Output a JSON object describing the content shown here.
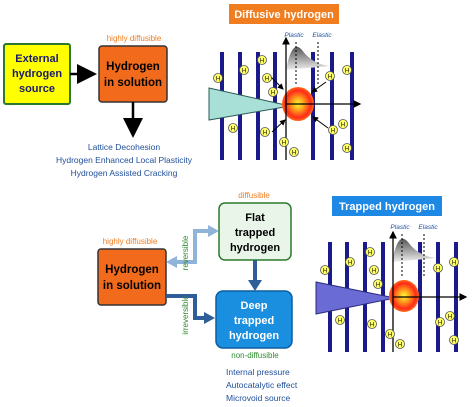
{
  "top": {
    "external_label": [
      "External",
      "hydrogen",
      "source"
    ],
    "diffusivity_label": "highly diffusible",
    "solution_label": [
      "Hydrogen",
      "in solution"
    ],
    "mechanisms": [
      "Lattice Decohesion",
      "Hydrogen Enhanced Local Plasticity",
      "Hydrogen Assisted Cracking"
    ],
    "banner": "Diffusive hydrogen",
    "plastic_label": "Plastic",
    "elastic_label": "Elastic",
    "h_symbol": "H"
  },
  "bottom": {
    "diffusivity_label": "highly diffusible",
    "solution_label": [
      "Hydrogen",
      "in solution"
    ],
    "reversible_label": "reversible",
    "irreversible_label": "irreversible",
    "diffusible_label": "diffusible",
    "flat_label": [
      "Flat",
      "trapped",
      "hydrogen"
    ],
    "deep_label": [
      "Deep",
      "trapped",
      "hydrogen"
    ],
    "non_diffusible_label": "non-diffusible",
    "effects": [
      "Internal pressure",
      "Autocatalytic effect",
      "Microvoid source"
    ],
    "banner": "Trapped hydrogen",
    "plastic_label": "Plastic",
    "elastic_label": "Elastic",
    "h_symbol": "H"
  },
  "colors": {
    "external_box": "#ffff00",
    "solution_box": "#f26b1d",
    "flat_box": "#e8f5e8",
    "deep_box": "#1a8fe0",
    "banner_orange": "#f07d1f",
    "banner_blue": "#1e88e5",
    "dislocation_line": "#1a1a8c",
    "h_atom": "#ffff66",
    "crack_top": "#a8e0d8",
    "crack_bottom": "#6b6bd6",
    "mechanism_text": "#1f4e9a",
    "green_label": "#2e8b2e",
    "orange_label": "#f07d1f"
  }
}
